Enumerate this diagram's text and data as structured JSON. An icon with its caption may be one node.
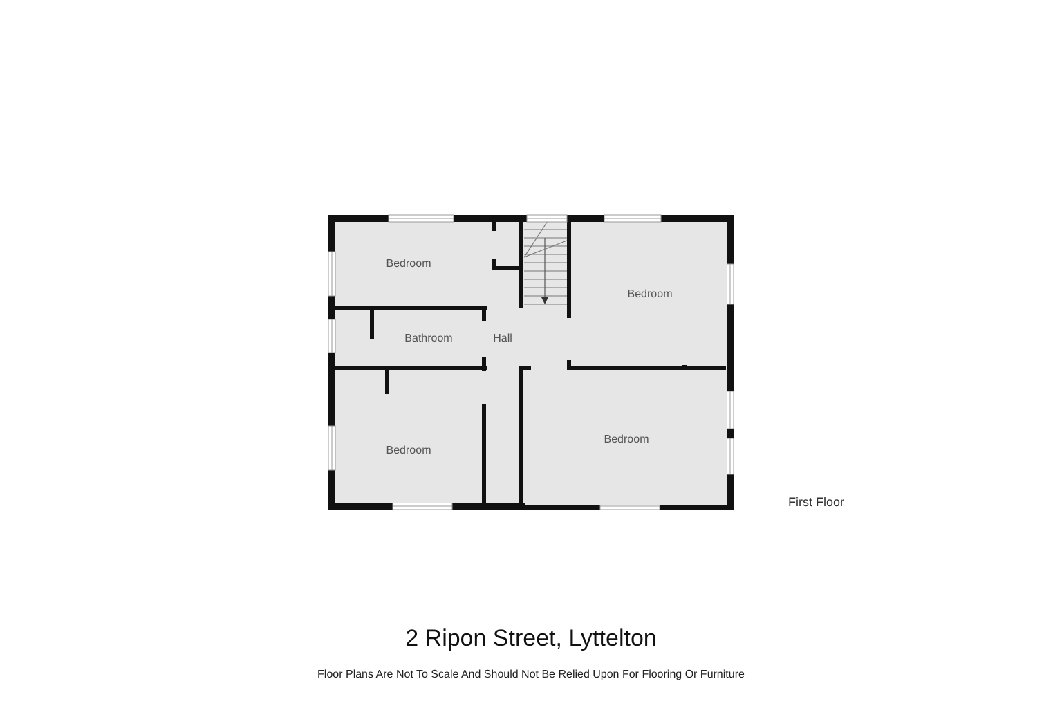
{
  "diagram": {
    "title": "2 Ripon Street, Lyttelton",
    "caption": "Floor Plans Are Not To Scale And Should Not Be Relied Upon For Flooring Or Furniture",
    "nodes": [
      {
        "text": [
          "Bedroom"
        ]
      },
      {
        "text": [
          "Bedroom"
        ]
      },
      {
        "text": [
          "Bathroom"
        ]
      },
      {
        "text": [
          "Hall"
        ]
      },
      {
        "text": [
          "Bedroom"
        ]
      },
      {
        "text": [
          "Bedroom"
        ]
      }
    ],
    "edges": [],
    "labels": [
      "First Floor"
    ]
  }
}
